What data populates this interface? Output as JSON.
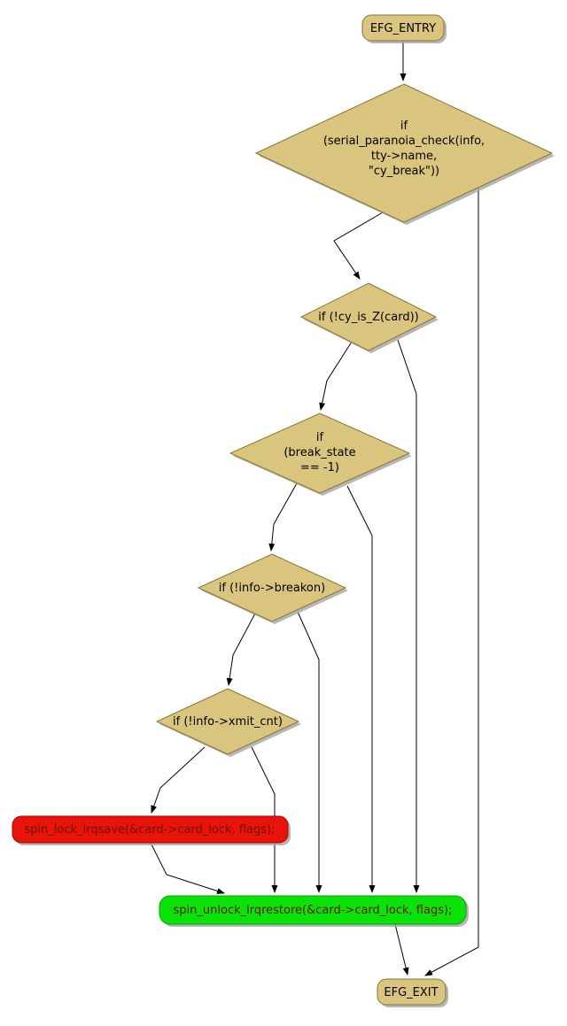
{
  "diagram": {
    "type": "control-flow-graph",
    "nodes": {
      "entry": {
        "id": "entry",
        "label": "EFG_ENTRY"
      },
      "cond_paranoia": {
        "id": "cond_paranoia",
        "lines": [
          "if",
          "(serial_paranoia_check(info,",
          "tty->name,",
          "\"cy_break\"))"
        ]
      },
      "cond_cy_is_z": {
        "id": "cond_cy_is_z",
        "label": "if (!cy_is_Z(card))"
      },
      "cond_break_state": {
        "id": "cond_break_state",
        "lines": [
          "if",
          "(break_state",
          "== -1)"
        ]
      },
      "cond_breakon": {
        "id": "cond_breakon",
        "label": "if (!info->breakon)"
      },
      "cond_xmit_cnt": {
        "id": "cond_xmit_cnt",
        "label": "if (!info->xmit_cnt)"
      },
      "lock": {
        "id": "lock",
        "label": "spin_lock_irqsave(&card->card_lock, flags);"
      },
      "unlock": {
        "id": "unlock",
        "label": "spin_unlock_irqrestore(&card->card_lock, flags);"
      },
      "exit": {
        "id": "exit",
        "label": "EFG_EXIT"
      }
    },
    "edges": [
      {
        "from": "entry",
        "to": "cond_paranoia"
      },
      {
        "from": "cond_paranoia",
        "to": "cond_cy_is_z"
      },
      {
        "from": "cond_paranoia",
        "to": "exit"
      },
      {
        "from": "cond_cy_is_z",
        "to": "cond_break_state"
      },
      {
        "from": "cond_cy_is_z",
        "to": "unlock"
      },
      {
        "from": "cond_break_state",
        "to": "cond_breakon"
      },
      {
        "from": "cond_break_state",
        "to": "unlock"
      },
      {
        "from": "cond_breakon",
        "to": "cond_xmit_cnt"
      },
      {
        "from": "cond_breakon",
        "to": "unlock"
      },
      {
        "from": "cond_xmit_cnt",
        "to": "lock"
      },
      {
        "from": "cond_xmit_cnt",
        "to": "unlock"
      },
      {
        "from": "lock",
        "to": "unlock"
      },
      {
        "from": "unlock",
        "to": "exit"
      }
    ],
    "colors": {
      "node_fill": "#d9c57d",
      "node_stroke": "#857637",
      "lock_fill": "#e8130b",
      "unlock_fill": "#0ae20a",
      "shadow": "#a9a9a9",
      "edge": "#000000",
      "call_text": "#6e1408",
      "background": "#ffffff"
    }
  }
}
